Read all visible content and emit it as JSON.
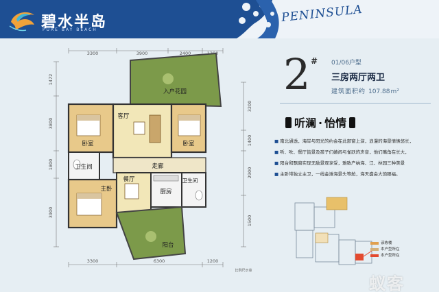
{
  "header": {
    "brand_name": "碧水半岛",
    "brand_sub": "PURE BAY BEACH",
    "logo_icon": "fish-logo-icon",
    "peninsula_text": "PENINSULA",
    "colors": {
      "header_bg": "#1e4f93",
      "accent": "#1e4f93"
    }
  },
  "plan": {
    "rooms": {
      "garden": "入户花园",
      "living": "客厅",
      "bedroom_left": "卧室",
      "bedroom_right": "卧室",
      "corridor": "走廊",
      "bathroom_left": "卫生间",
      "master": "主卧",
      "dining": "餐厅",
      "kitchen": "厨房",
      "bathroom_right": "卫生间",
      "balcony": "阳台"
    },
    "dims_top": [
      "3300",
      "3900",
      "2400",
      "1200"
    ],
    "dims_bottom": [
      "3300",
      "6300",
      "1200"
    ],
    "dims_left": [
      "1472",
      "3800",
      "1800",
      "3900"
    ],
    "dims_right": [
      "3200",
      "1400",
      "2900",
      "1500"
    ],
    "scale_note": "比例尺示意"
  },
  "info": {
    "unit_number": "2",
    "unit_sup": "#",
    "unit_type": "01/06户型",
    "rooms": "三房两厅两卫",
    "area_label": "建筑面积约",
    "area_value": "107.88",
    "area_unit": "m²",
    "slogan_left": "听澜",
    "slogan_sep": "·",
    "slogan_right": "怡情",
    "bullets": [
      "南北通透，海岸与阳光的约会在此部窗上演，浪漫的海景情愫悠长，",
      "听、吹、餐厅皆景及孩子们嬉闹与雀跃的声音，他们嘴角在长大，",
      "阳台和飘窗实现无敌景观享受，雅致产纳海、江、林园三种美景",
      "主卧带独立主卫，一线金滩海景头等舱，海天盛会大饱眼福。"
    ]
  },
  "keyplan": {
    "legend": [
      "该栋楼",
      "本户型所在",
      "本户型所在"
    ],
    "legend_colors": [
      "#e0a050",
      "#d4b07a",
      "#e34a2f"
    ]
  },
  "watermark": "蚁客"
}
